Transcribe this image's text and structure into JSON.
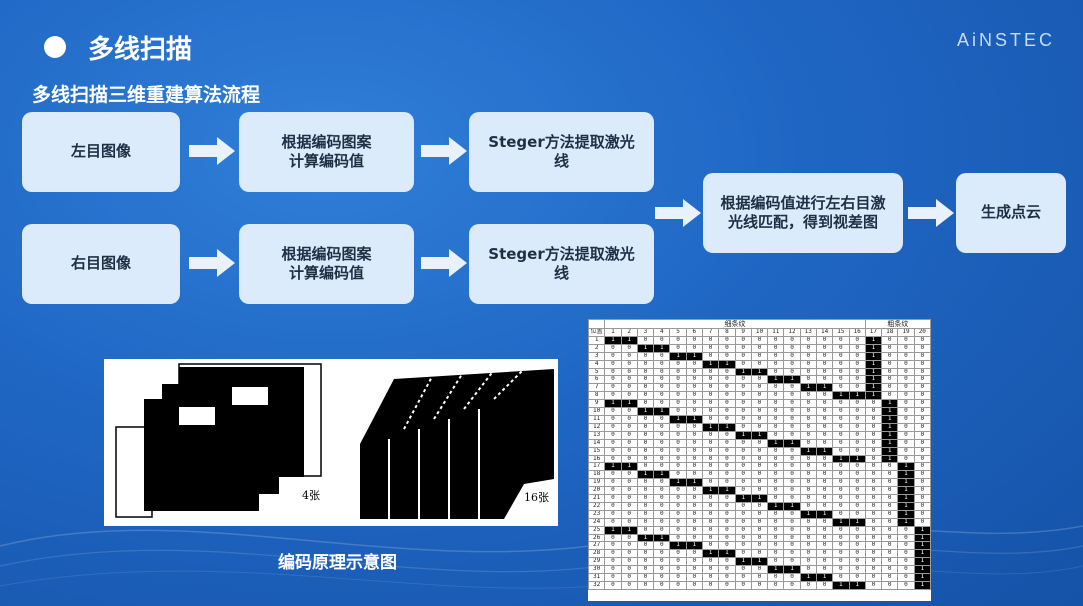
{
  "slide": {
    "title": "多线扫描",
    "logo": "AiNSTEC",
    "subtitle": "多线扫描三维重建算法流程"
  },
  "flow": {
    "left_image": "左目图像",
    "right_image": "右目图像",
    "encode_top_line1": "根据编码图案",
    "encode_top_line2": "计算编码值",
    "encode_bottom_line1": "根据编码图案",
    "encode_bottom_line2": "计算编码值",
    "steger_top_line1": "Steger方法提取激光",
    "steger_top_line2": "线",
    "steger_bottom_line1": "Steger方法提取激光",
    "steger_bottom_line2": "线",
    "match_line1": "根据编码值进行左右目激",
    "match_line2": "光线匹配，得到视差图",
    "pointcloud": "生成点云"
  },
  "illustration": {
    "label_left": "4张",
    "label_right": "16张",
    "caption": "编码原理示意图"
  },
  "code_table": {
    "corner_label": "位置",
    "fine_group_label": "细条纹",
    "coarse_group_label": "粗条纹",
    "fine_columns": 16,
    "coarse_columns": 4,
    "row_count": 32
  }
}
